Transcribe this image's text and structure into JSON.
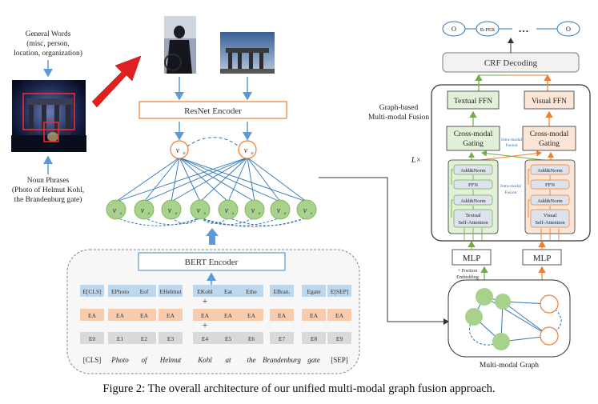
{
  "left": {
    "general_words_lines": [
      "General Words",
      "(misc, person,",
      "location, organization)"
    ],
    "noun_phrases_lines": [
      "Noun Phrases",
      "(Photo of Helmut Kohl,",
      "the Brandenburg gate)"
    ]
  },
  "resnet": {
    "label": "ResNet Encoder"
  },
  "bert": {
    "label": "BERT Encoder"
  },
  "visual_nodes": [
    "v",
    "v"
  ],
  "textual_nodes": [
    "v",
    "v",
    "v",
    "v",
    "v",
    "v",
    "v",
    "v"
  ],
  "embeddings": {
    "token_row": [
      "E[CLS]",
      "EPhoto",
      "Eof",
      "EHelmut",
      "EKohl",
      "Eat",
      "Ethe",
      "EBran.",
      "Egate",
      "E[SEP]"
    ],
    "segment_row": [
      "EA",
      "EA",
      "EA",
      "EA",
      "EA",
      "EA",
      "EA",
      "EA",
      "EA",
      "EA"
    ],
    "position_row": [
      "E0",
      "E1",
      "E2",
      "E3",
      "E4",
      "E5",
      "E6",
      "E7",
      "E8",
      "E9"
    ],
    "plus": "+",
    "tokens": [
      "[CLS]",
      "Photo",
      "of",
      "Helmut",
      "Kohl",
      "at",
      "the",
      "Brandenburg",
      "gate",
      "[SEP]"
    ]
  },
  "fusion": {
    "label_lines": [
      "Graph-based",
      "Multi-modal Fusion"
    ],
    "L": "L×",
    "crf_label": "CRF Decoding",
    "crf_tags": [
      "O",
      "B-PER",
      "…",
      "O"
    ],
    "textual_ffn": "Textual FFN",
    "visual_ffn": "Visual FFN",
    "cross_gating_lines": [
      "Cross-modal",
      "Gating"
    ],
    "intra_modal_fusion_lines": [
      "Intra-modal",
      "Fusion"
    ],
    "add_norm": "Add&Norm",
    "ffn": "FFN",
    "textual_sa_lines": [
      "Textual",
      "Self-Attention"
    ],
    "visual_sa_lines": [
      "Visual",
      "Self-Attention"
    ],
    "mlp": "MLP",
    "position_embedding_lines": [
      "+ Position",
      "Embedding"
    ],
    "multimodal_graph": "Multi-modal Graph"
  },
  "caption": "Figure 2: The overall architecture of our unified multi-modal graph fusion approach.",
  "colors": {
    "green_fill": "#a9d18e",
    "green_stroke": "#70ad47",
    "orange_fill": "#f8cbad",
    "orange_stroke": "#ed7d31",
    "blue": "#2e75b6",
    "gray": "#d9d9d9",
    "red_arrow": "#e02020"
  }
}
